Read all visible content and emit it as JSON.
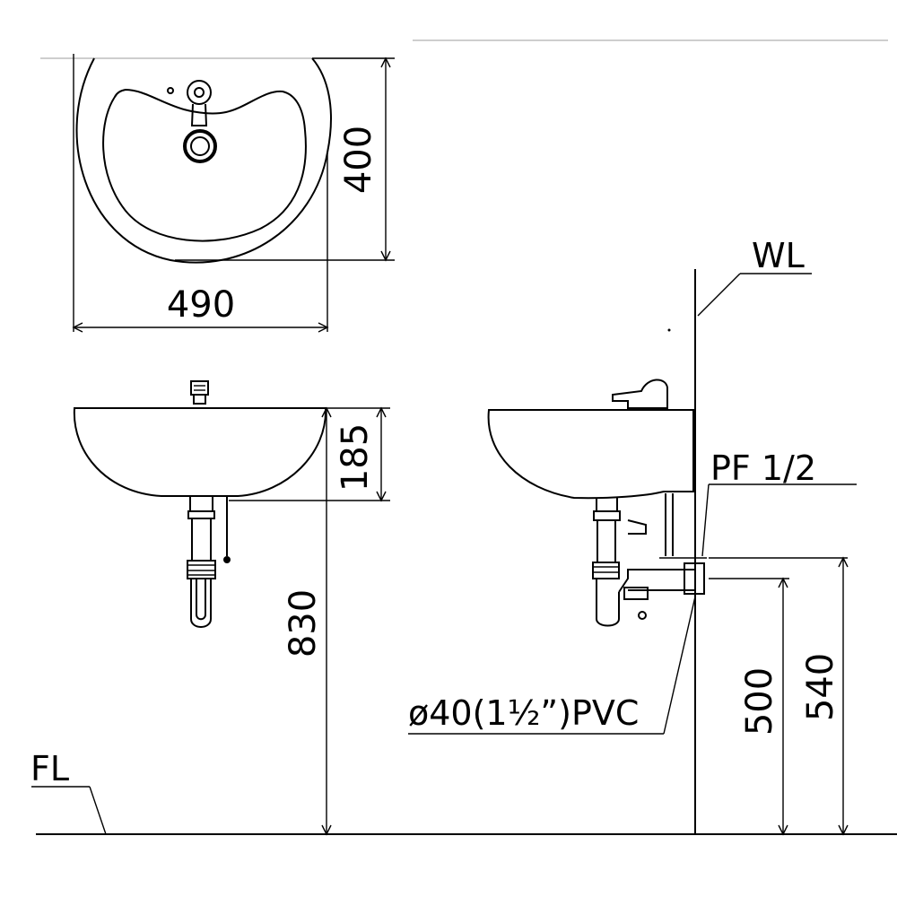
{
  "dimensions": {
    "width": "490",
    "depth": "400",
    "bowl_height": "185",
    "rim_height": "830",
    "drain_height": "500",
    "supply_height": "540"
  },
  "labels": {
    "wall_line": "WL",
    "floor_line": "FL",
    "supply_fitting": "PF 1/2",
    "drain_pipe": "ø40(1½”)PVC"
  }
}
